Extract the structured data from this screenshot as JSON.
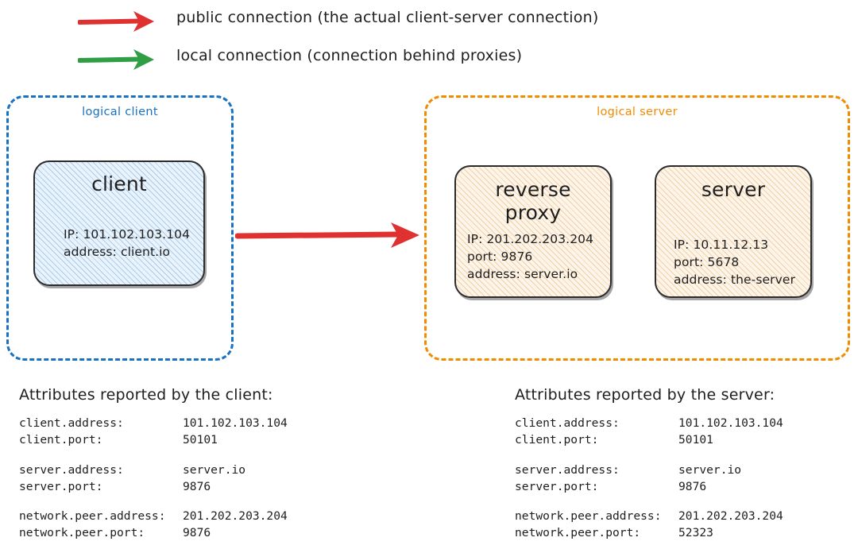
{
  "legend": {
    "items": [
      {
        "icon": "red-arrow-icon",
        "color": "#e03131",
        "label": "public connection (the actual client-server connection)"
      },
      {
        "icon": "green-arrow-icon",
        "color": "#2f9e44",
        "label": "local connection (connection behind proxies)"
      }
    ]
  },
  "colors": {
    "logical_client_border": "#1971c2",
    "logical_server_border": "#f08c00",
    "public_arrow": "#e03131",
    "local_arrow": "#2f9e44",
    "client_node_fill": "#eaf3fb",
    "server_node_fill": "#fdf5ea",
    "node_stroke": "#2b2b2b"
  },
  "logical_client": {
    "title": "logical client",
    "nodes": [
      {
        "id": "client",
        "title": "client",
        "lines": [
          "IP: 101.102.103.104",
          "address: client.io"
        ]
      }
    ]
  },
  "logical_server": {
    "title": "logical server",
    "nodes": [
      {
        "id": "reverse-proxy",
        "title_line1": "reverse",
        "title_line2": "proxy",
        "lines": [
          "IP: 201.202.203.204",
          "port: 9876",
          "address: server.io"
        ]
      },
      {
        "id": "server",
        "title": "server",
        "lines": [
          "IP: 10.11.12.13",
          "port: 5678",
          "address: the-server"
        ]
      }
    ]
  },
  "attributes_client": {
    "heading": "Attributes reported by the client:",
    "groups": [
      [
        {
          "key": "client.address:",
          "value": "101.102.103.104"
        },
        {
          "key": "client.port:",
          "value": "50101"
        }
      ],
      [
        {
          "key": "server.address:",
          "value": "server.io"
        },
        {
          "key": "server.port:",
          "value": "9876"
        }
      ],
      [
        {
          "key": "network.peer.address:",
          "value": "201.202.203.204"
        },
        {
          "key": "network.peer.port:",
          "value": "9876"
        }
      ]
    ]
  },
  "attributes_server": {
    "heading": "Attributes reported by the server:",
    "groups": [
      [
        {
          "key": "client.address:",
          "value": "101.102.103.104"
        },
        {
          "key": "client.port:",
          "value": "50101"
        }
      ],
      [
        {
          "key": "server.address:",
          "value": "server.io"
        },
        {
          "key": "server.port:",
          "value": "9876"
        }
      ],
      [
        {
          "key": "network.peer.address:",
          "value": "201.202.203.204"
        },
        {
          "key": "network.peer.port:",
          "value": "52323"
        }
      ]
    ]
  }
}
